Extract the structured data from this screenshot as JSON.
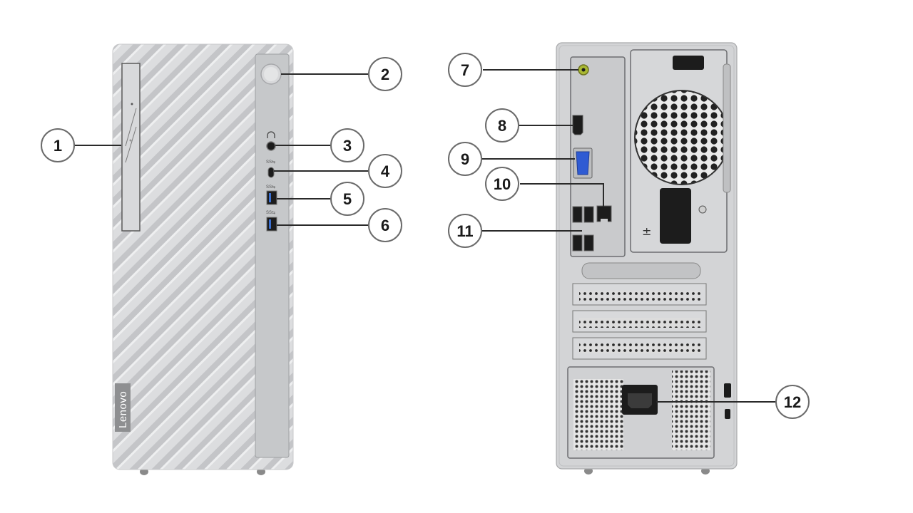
{
  "brand": {
    "label": "Lenovo"
  },
  "callouts": [
    "1",
    "2",
    "3",
    "4",
    "5",
    "6",
    "7",
    "8",
    "9",
    "10",
    "11",
    "12"
  ],
  "colors": {
    "chassis": "#d5d6d8",
    "panel": "#c6c8ca",
    "port": "#1c1c1c",
    "vga": "#2f5bd3",
    "audio_rear": "#a9b832",
    "badge": "#8e8f91"
  }
}
